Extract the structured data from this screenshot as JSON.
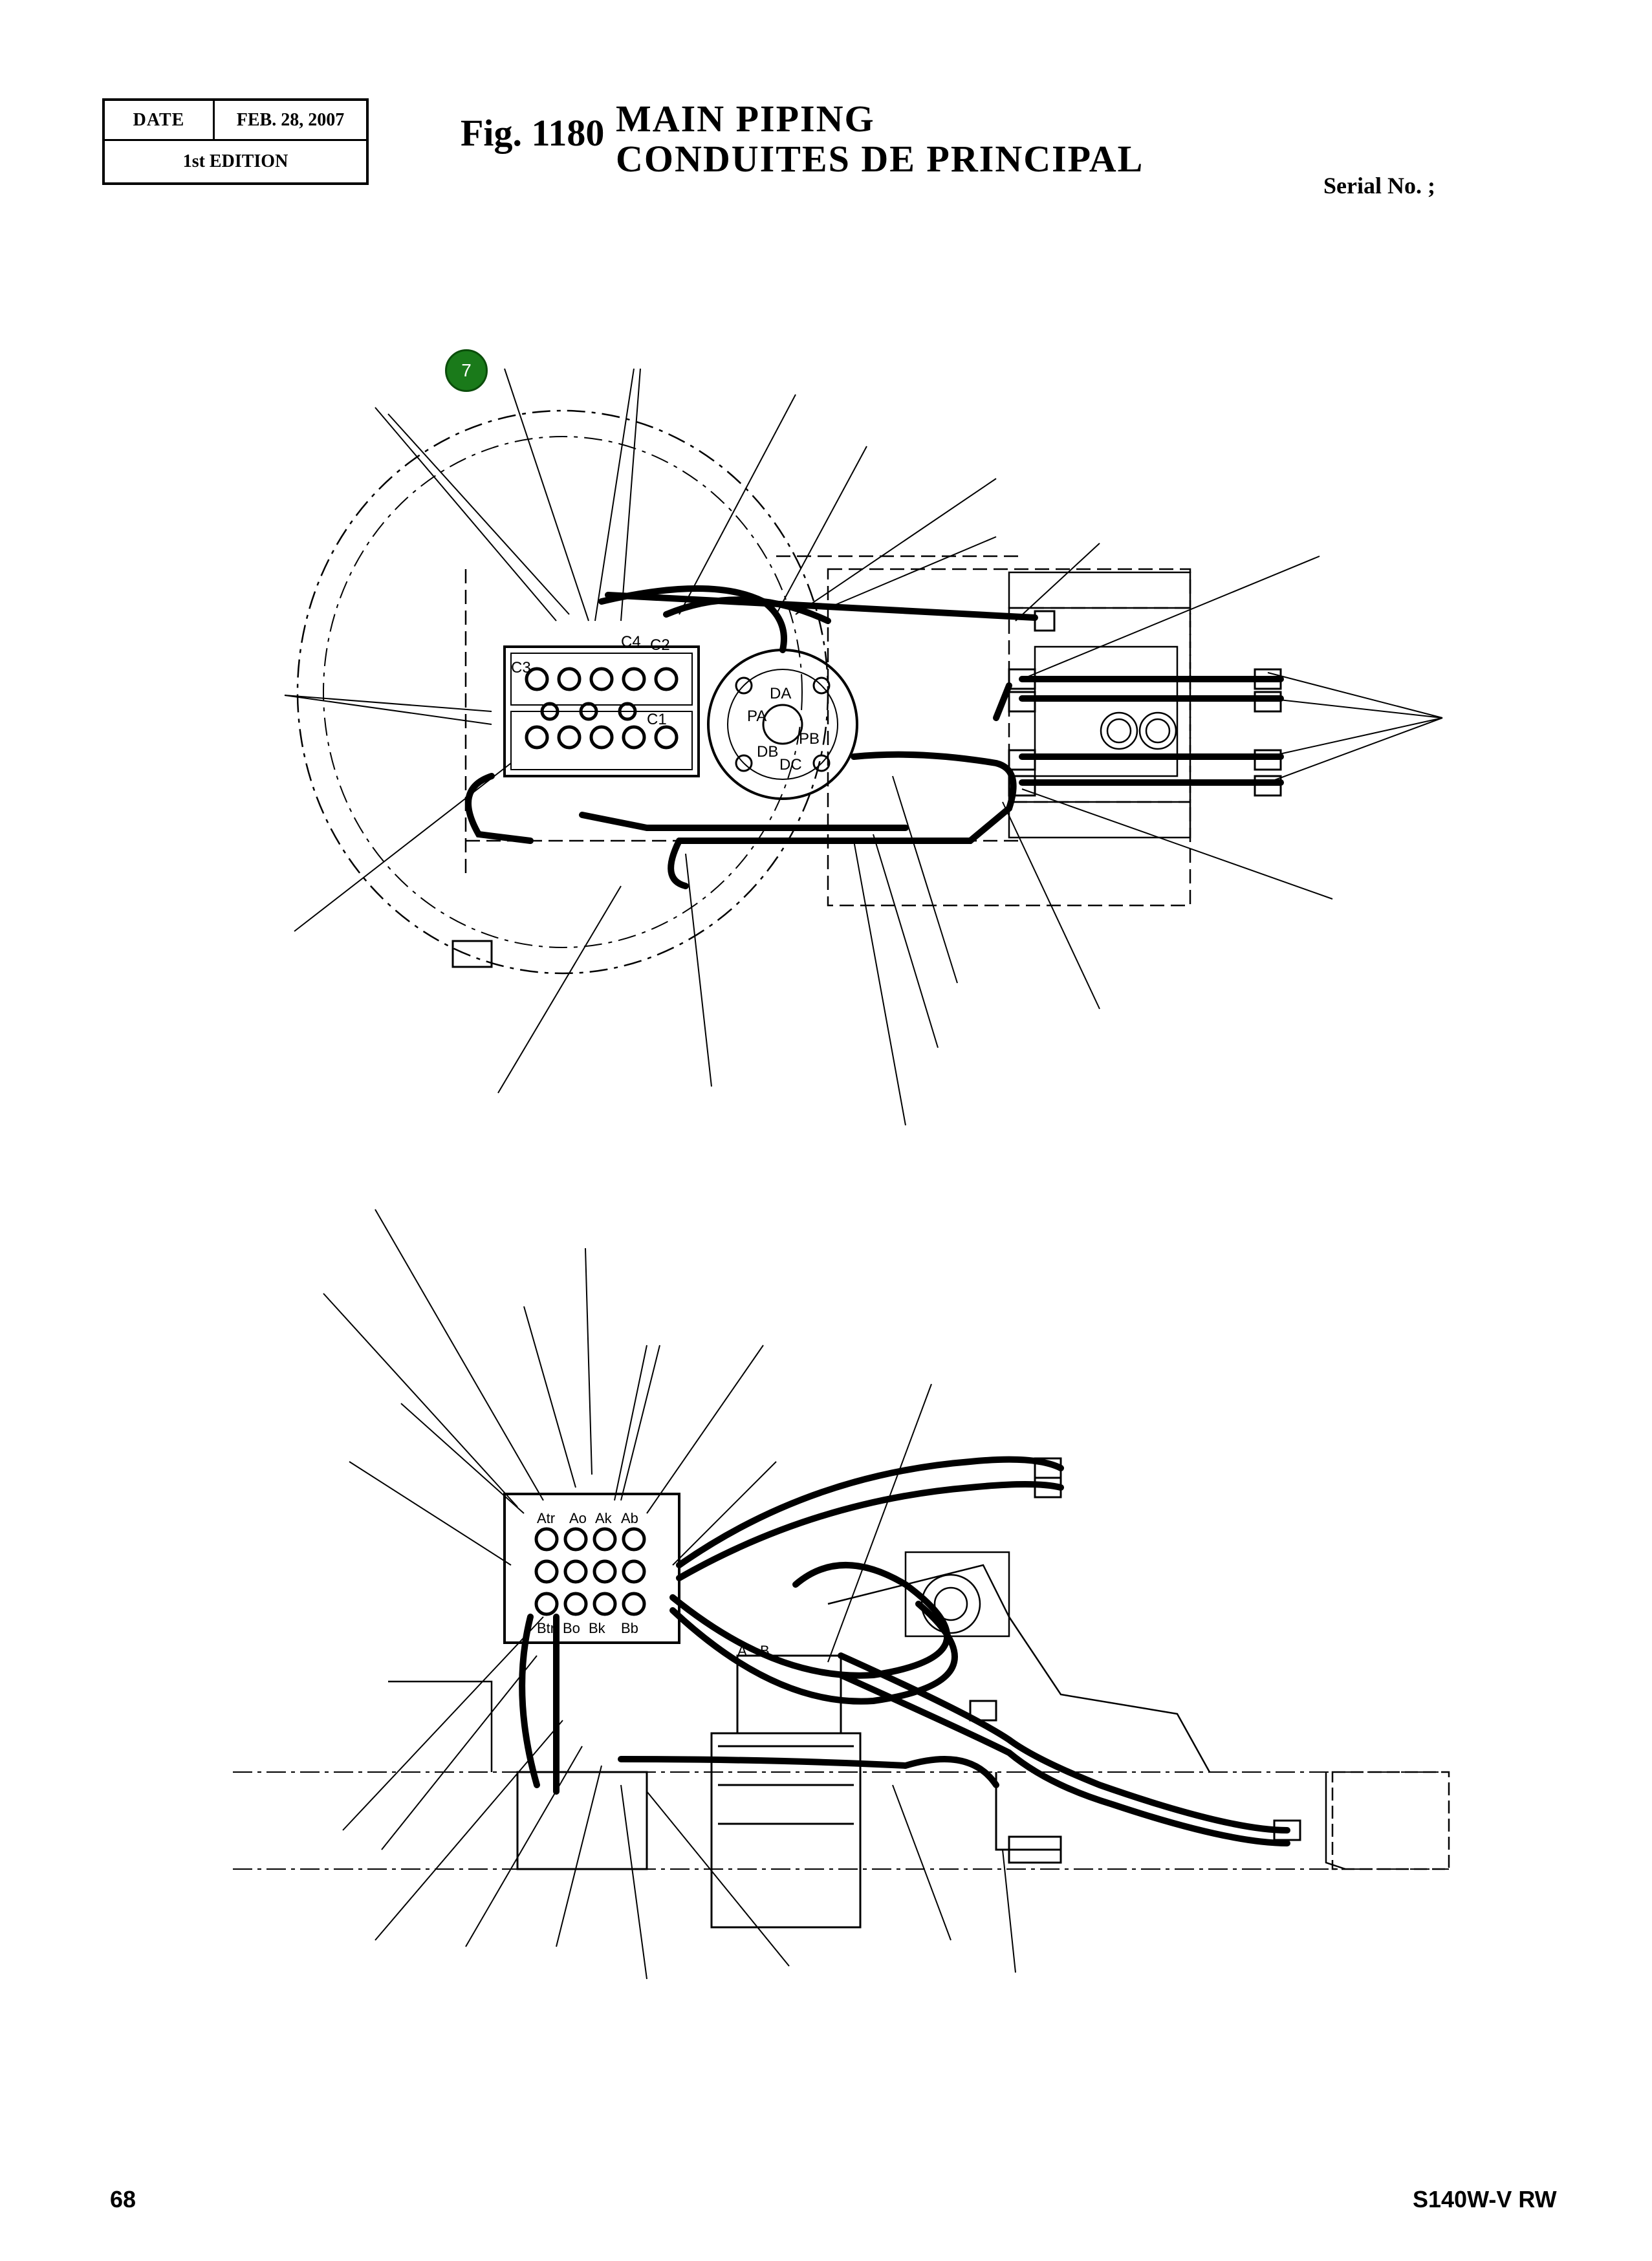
{
  "header": {
    "date_label": "DATE",
    "date_value": "FEB. 28, 2007",
    "edition": "1st EDITION"
  },
  "figure": {
    "fig_label": "Fig. 1180",
    "title_en": "MAIN  PIPING",
    "title_fr": "CONDUITES  DE  PRINCIPAL",
    "serial": "Serial No. ;"
  },
  "callout": {
    "number": "7",
    "color": "#1a7a1a"
  },
  "diagram_labels": {
    "upper_port_labels": [
      "C4",
      "C2",
      "C3",
      "C1",
      "PA",
      "PB",
      "DA",
      "DB",
      "DC"
    ],
    "lower_port_labels": [
      "Atr",
      "Ao",
      "Ak",
      "Ab",
      "Btr",
      "Bo",
      "Bk",
      "Bb",
      "A",
      "B"
    ]
  },
  "footer": {
    "page_number": "68",
    "model": "S140W-V RW"
  }
}
